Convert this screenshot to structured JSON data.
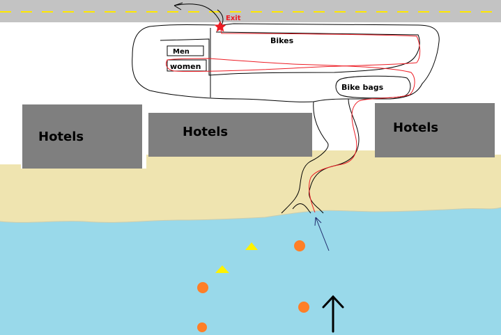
{
  "labels": {
    "exit": "Exit",
    "bikes": "Bikes",
    "men": "Men",
    "women": "women",
    "bike_bags": "Bike bags",
    "hotels": [
      "Hotels",
      "Hotels",
      "Hotels"
    ]
  },
  "colors": {
    "road": "#c3c3c3",
    "road_dash": "#ffe800",
    "hotel": "#7f7f7f",
    "sand": "#efe4b0",
    "water": "#99d9ea",
    "route_line": "#ed1c24",
    "exit_star": "#ed1c24",
    "buoy_orange": "#ff7f27",
    "buoy_yellow": "#fff200",
    "outline": "#000000"
  },
  "icons": {
    "exit_marker": "star-icon",
    "swim_direction": "up-arrow-icon",
    "buoys": [
      "circle-buoy",
      "triangle-buoy"
    ]
  }
}
